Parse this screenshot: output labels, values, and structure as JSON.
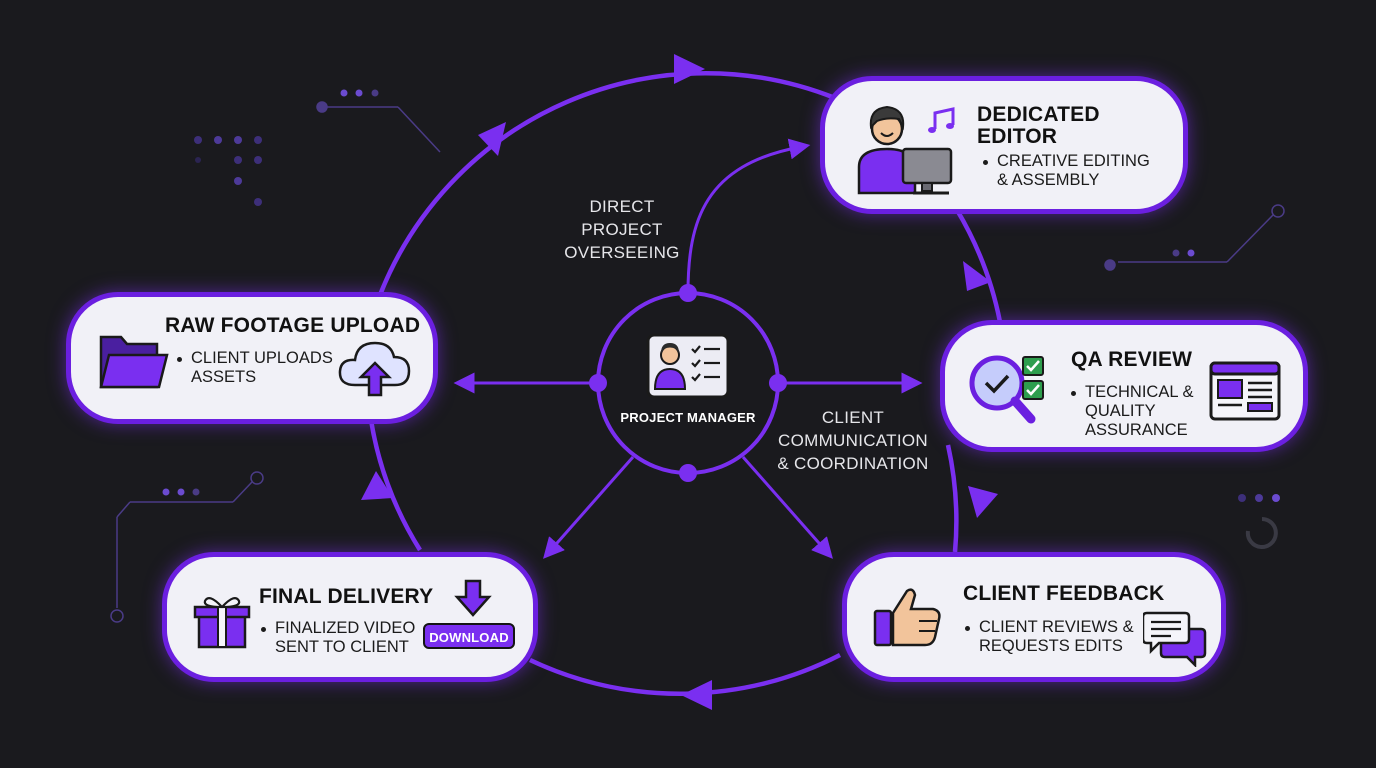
{
  "center": {
    "label": "PROJECT MANAGER"
  },
  "side_labels": {
    "direct": [
      "DIRECT",
      "PROJECT",
      "OVERSEEING"
    ],
    "client": [
      "CLIENT",
      "COMMUNICATION",
      "& COORDINATION"
    ]
  },
  "stages": {
    "editor": {
      "title": [
        "DEDICATED",
        "EDITOR"
      ],
      "desc": [
        "CREATIVE EDITING",
        "& ASSEMBLY"
      ]
    },
    "qa": {
      "title": [
        "QA REVIEW"
      ],
      "desc": [
        "TECHNICAL &",
        "QUALITY",
        "ASSURANCE"
      ]
    },
    "feedback": {
      "title": [
        "CLIENT FEEDBACK"
      ],
      "desc": [
        "CLIENT REVIEWS &",
        "REQUESTS EDITS"
      ]
    },
    "delivery": {
      "title": [
        "FINAL DELIVERY"
      ],
      "desc": [
        "FINALIZED VIDEO",
        "SENT TO CLIENT"
      ],
      "button": "DOWNLOAD"
    },
    "upload": {
      "title": [
        "RAW FOOTAGE UPLOAD"
      ],
      "desc": [
        "CLIENT UPLOADS",
        "ASSETS"
      ]
    }
  },
  "colors": {
    "accent": "#7a2ff0",
    "background": "#1a1a1e",
    "card": "#f1f1f7",
    "check": "#2e9e4e"
  }
}
